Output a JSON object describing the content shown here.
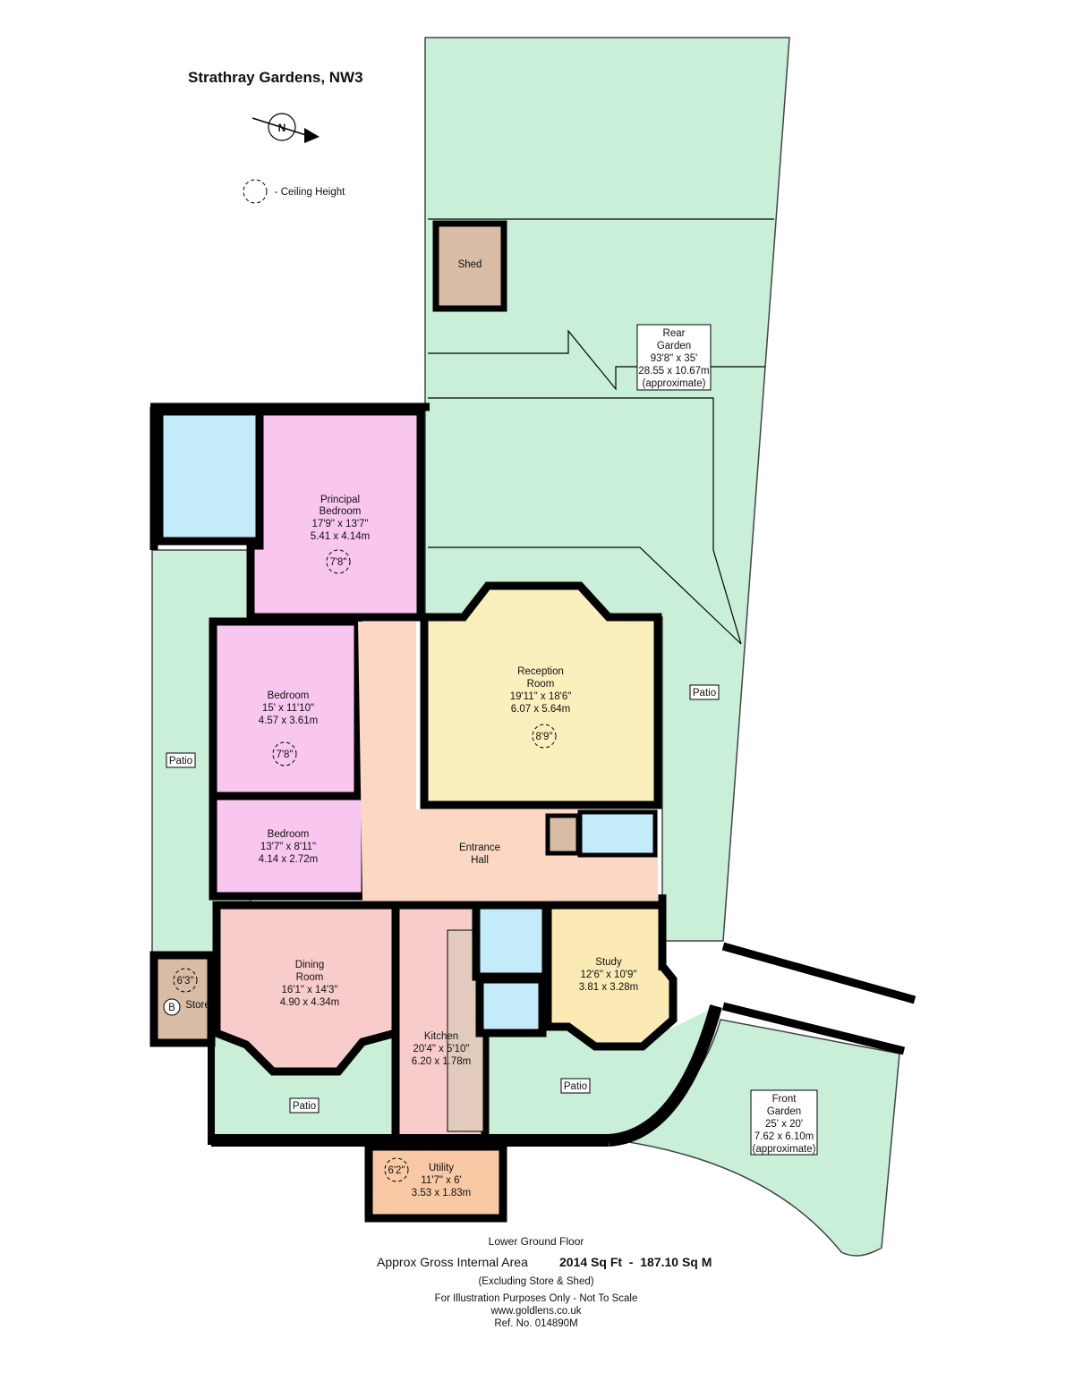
{
  "title": "Strathray Gardens, NW3",
  "compass": {
    "label": "N",
    "icon": "compass-north-arrow-icon"
  },
  "legend": {
    "text": "- Ceiling Height",
    "icon": "dashed-circle-icon"
  },
  "colors": {
    "garden": "#c9efd9",
    "bedroom": "#f8c6ef",
    "reception": "#fbf0bd",
    "hall": "#fbd7c4",
    "dining": "#f9cccc",
    "bathroom": "#c4ebf9",
    "store": "#d8bca6",
    "utility": "#f9c9a6",
    "study": "#fbeab4",
    "wall": "#000000"
  },
  "rooms": {
    "principal_bedroom": {
      "line1": "Principal",
      "line2": "Bedroom",
      "imperial": "17'9\" x 13'7\"",
      "metric": "5.41 x 4.14m",
      "ceiling": "7'8\""
    },
    "bedroom_1": {
      "line1": "Bedroom",
      "imperial": "15' x 11'10\"",
      "metric": "4.57 x 3.61m",
      "ceiling": "7'8\""
    },
    "bedroom_2": {
      "line1": "Bedroom",
      "imperial": "13'7\" x 8'11\"",
      "metric": "4.14 x 2.72m"
    },
    "reception": {
      "line1": "Reception",
      "line2": "Room",
      "imperial": "19'11\" x 18'6\"",
      "metric": "6.07 x 5.64m",
      "ceiling": "8'9\""
    },
    "entrance_hall": {
      "line1": "Entrance",
      "line2": "Hall"
    },
    "dining": {
      "line1": "Dining",
      "line2": "Room",
      "imperial": "16'1\" x 14'3\"",
      "metric": "4.90 x 4.34m"
    },
    "kitchen": {
      "line1": "Kitchen",
      "imperial": "20'4\" x 5'10\"",
      "metric": "6.20 x 1.78m"
    },
    "study": {
      "line1": "Study",
      "imperial": "12'6\" x 10'9\"",
      "metric": "3.81 x 3.28m"
    },
    "utility": {
      "line1": "Utility",
      "imperial": "11'7\" x 6'",
      "metric": "3.53 x 1.83m",
      "ceiling": "6'2\""
    },
    "store": {
      "line1": "Store",
      "ceiling": "6'3\"",
      "boiler": "B"
    },
    "shed": {
      "line1": "Shed"
    }
  },
  "gardens": {
    "rear": {
      "line1": "Rear",
      "line2": "Garden",
      "imperial": "93'8\" x 35'",
      "metric": "28.55 x 10.67m",
      "note": "(approximate)"
    },
    "front": {
      "line1": "Front",
      "line2": "Garden",
      "imperial": "25' x 20'",
      "metric": "7.62 x 6.10m",
      "note": "(approximate)"
    }
  },
  "patios": [
    "Patio",
    "Patio",
    "Patio",
    "Patio"
  ],
  "footer": {
    "floor": "Lower Ground Floor",
    "area_label": "Approx Gross Internal Area",
    "area_value": "2014 Sq Ft  -  187.10 Sq M",
    "exclusion": "(Excluding Store & Shed)",
    "disclaimer": "For Illustration Purposes Only - Not To Scale",
    "website": "www.goldlens.co.uk",
    "reference": "Ref. No. 014890M"
  }
}
